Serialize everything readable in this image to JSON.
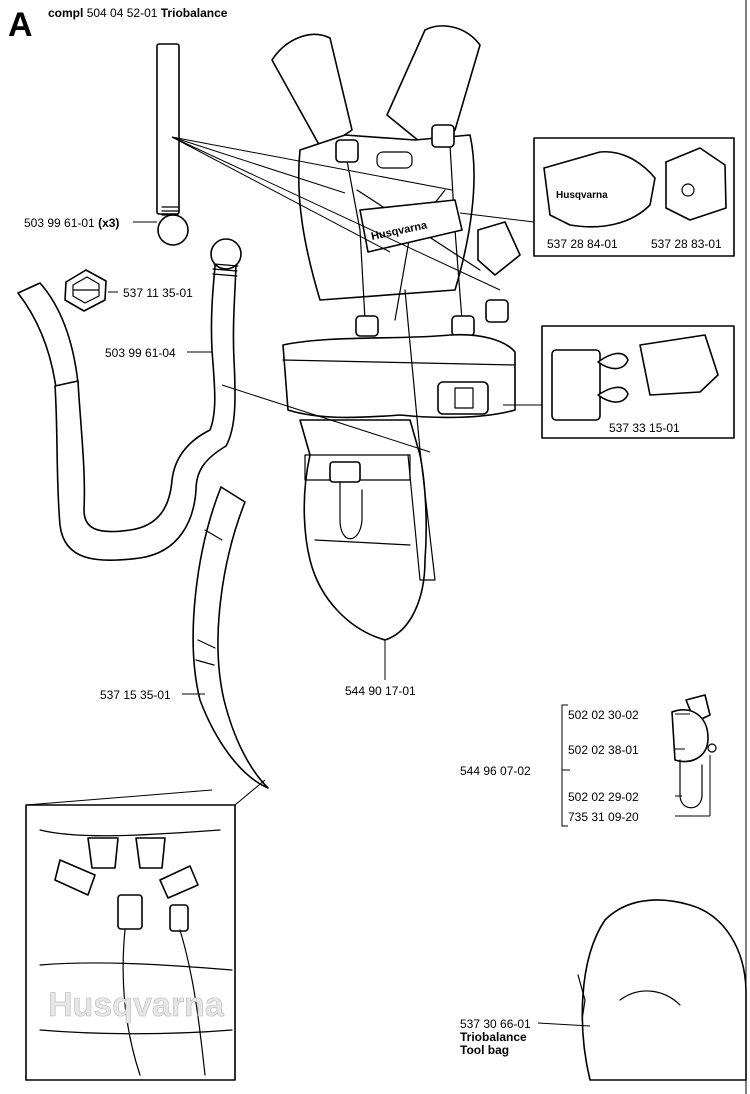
{
  "section_letter": "A",
  "header": {
    "prefix": "compl",
    "number": "504 04 52-01",
    "name": "Triobalance"
  },
  "brand_logo_text": "Husqvarna",
  "labels": {
    "strap": "503 99 61-01",
    "strap_qty": "(x3)",
    "slide": "537 11 35-01",
    "pad_long": "503 99 61-04",
    "buckle_left": "537 28 84-01",
    "buckle_right": "537 28 83-01",
    "hip_buckle": "537 33 15-01",
    "side_pad": "537 15 35-01",
    "harness": "544 90 17-01",
    "hook_assembly": "544 96 07-02",
    "hook_a": "502 02 30-02",
    "hook_b": "502 02 38-01",
    "hook_c": "502 02 29-02",
    "hook_d": "735 31 09-20",
    "bag_number": "537 30 66-01",
    "bag_name_1": "Triobalance",
    "bag_name_2": "Tool bag"
  }
}
